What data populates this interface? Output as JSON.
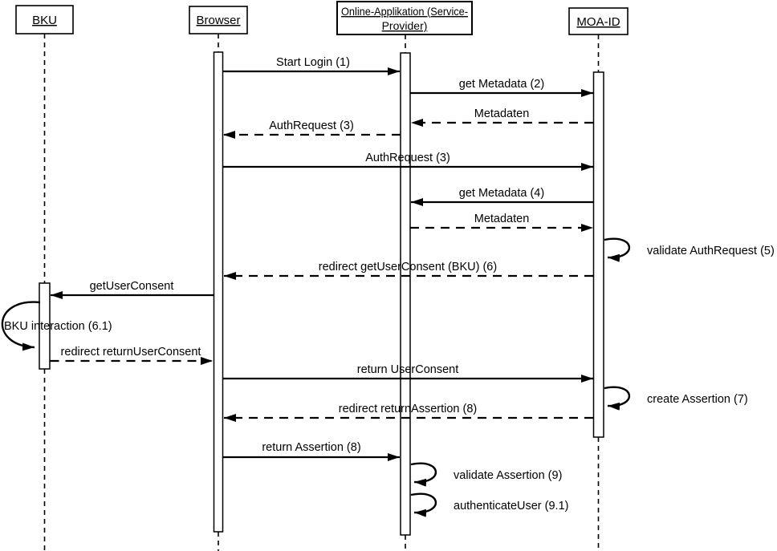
{
  "diagram_type": "uml-sequence-diagram",
  "actors": [
    {
      "id": "bku",
      "name": "BKU"
    },
    {
      "id": "browser",
      "name": "Browser"
    },
    {
      "id": "online_app",
      "name": "Online-Applikation (Service-Provider)",
      "name_line1": "Online-Applikation (Service-",
      "name_line2": "Provider)"
    },
    {
      "id": "moa_id",
      "name": "MOA-ID"
    }
  ],
  "messages": [
    {
      "seq": 1,
      "label": "Start Login (1)",
      "from": "Browser",
      "to": "Online-Applikation (Service-Provider)",
      "line": "solid"
    },
    {
      "seq": 2,
      "label": "get Metadata (2)",
      "from": "Online-Applikation (Service-Provider)",
      "to": "MOA-ID",
      "line": "solid"
    },
    {
      "seq": 3,
      "label": "Metadaten",
      "from": "MOA-ID",
      "to": "Online-Applikation (Service-Provider)",
      "line": "dashed"
    },
    {
      "seq": 4,
      "label": "AuthRequest (3)",
      "from": "Online-Applikation (Service-Provider)",
      "to": "Browser",
      "line": "dashed"
    },
    {
      "seq": 5,
      "label": "AuthRequest (3)",
      "from": "Browser",
      "to": "MOA-ID",
      "line": "solid"
    },
    {
      "seq": 6,
      "label": "get Metadata (4)",
      "from": "MOA-ID",
      "to": "Online-Applikation (Service-Provider)",
      "line": "solid"
    },
    {
      "seq": 7,
      "label": "Metadaten",
      "from": "Online-Applikation (Service-Provider)",
      "to": "MOA-ID",
      "line": "dashed"
    },
    {
      "seq": 8,
      "label": "validate AuthRequest (5)",
      "from": "MOA-ID",
      "to": "MOA-ID",
      "line": "self"
    },
    {
      "seq": 9,
      "label": "redirect getUserConsent (BKU) (6)",
      "from": "MOA-ID",
      "to": "Browser",
      "line": "dashed"
    },
    {
      "seq": 10,
      "label": "getUserConsent",
      "from": "Browser",
      "to": "BKU",
      "line": "solid"
    },
    {
      "seq": 11,
      "label": "BKU interaction (6.1)",
      "from": "BKU",
      "to": "BKU",
      "line": "self"
    },
    {
      "seq": 12,
      "label": "redirect returnUserConsent",
      "from": "BKU",
      "to": "Browser",
      "line": "dashed"
    },
    {
      "seq": 13,
      "label": "return UserConsent",
      "from": "Browser",
      "to": "MOA-ID",
      "line": "solid"
    },
    {
      "seq": 14,
      "label": "create Assertion (7)",
      "from": "MOA-ID",
      "to": "MOA-ID",
      "line": "self"
    },
    {
      "seq": 15,
      "label": "redirect returnAssertion (8)",
      "from": "MOA-ID",
      "to": "Browser",
      "line": "dashed"
    },
    {
      "seq": 16,
      "label": "return Assertion (8)",
      "from": "Browser",
      "to": "Online-Applikation (Service-Provider)",
      "line": "solid"
    },
    {
      "seq": 17,
      "label": "validate Assertion (9)",
      "from": "Online-Applikation (Service-Provider)",
      "to": "Online-Applikation (Service-Provider)",
      "line": "self"
    },
    {
      "seq": 18,
      "label": "authenticateUser (9.1)",
      "from": "Online-Applikation (Service-Provider)",
      "to": "Online-Applikation (Service-Provider)",
      "line": "self"
    }
  ],
  "colors": {
    "stroke": "#000000",
    "background": "#ffffff"
  }
}
